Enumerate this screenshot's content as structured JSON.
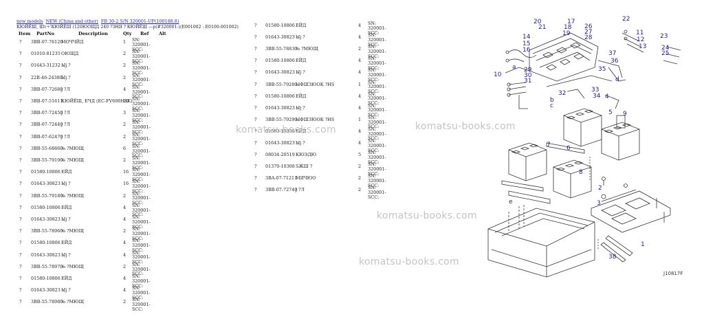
{
  "header": {
    "breadcrumb": [
      "new models",
      "NEW (China and other)",
      "FB 30-2 S/N 320001-UP(100188.8)"
    ],
    "subtitle": "КЮЙЁШ, Шт÷'КЮЙЁШ (120ЮОЩД 240 ?ЗНЯ ? КЮЙЁШ ---р(#320001-)(E001002 : E0100-001002)",
    "columns": [
      "Item",
      "PartNo",
      "Description",
      "Qty",
      "Ref",
      "Alt"
    ]
  },
  "table_left": [
    {
      "item": "?",
      "partno": "3BB-07-76120",
      "desc": "МОЧЧЙД",
      "qty": "1",
      "sn": "SN: 320001-SCC:"
    },
    {
      "item": "?",
      "partno": "01010-81235",
      "desc": "ОЮЩД",
      "qty": "2",
      "sn": "SN: 320001-SCC:"
    },
    {
      "item": "?",
      "partno": "01643-31232",
      "desc": "Ыj ?",
      "qty": "2",
      "sn": "SN: 320001-SCC:"
    },
    {
      "item": "?",
      "partno": "22B-46-24380",
      "desc": "Ыj ?",
      "qty": "2",
      "sn": "SN: 320001-SCC:"
    },
    {
      "item": "?",
      "partno": "3BB-07-72680",
      "desc": "j ?Л",
      "qty": "4",
      "sn": "SN: 320001-SCC:"
    },
    {
      "item": "?",
      "partno": "3BB-07-51611",
      "desc": "КЮЙЁШ, ЕЧД (EC-FV600HSK)",
      "qty": "20",
      "sn": "SN: 320001-SCC:"
    },
    {
      "item": "?",
      "partno": "3BB-07-72450",
      "desc": "j ?Л",
      "qty": "3",
      "sn": "SN: 320001-SCC:"
    },
    {
      "item": "?",
      "partno": "3BB-07-72440",
      "desc": "j ?Л",
      "qty": "2",
      "sn": "SN: 320001-SCC:"
    },
    {
      "item": "?",
      "partno": "3BB-07-62470",
      "desc": "j ?Л",
      "qty": "2",
      "sn": "SN: 320001-SCC:"
    },
    {
      "item": "?",
      "partno": "3BB-55-68860",
      "desc": "№ ?МЮЩ",
      "qty": "6",
      "sn": "SN: 320001-SCC:"
    },
    {
      "item": "?",
      "partno": "3BB-55-79190",
      "desc": "№ ?МЮЩ",
      "qty": "2",
      "sn": "SN: 320001-SCC:"
    },
    {
      "item": "?",
      "partno": "01580-10806",
      "desc": "ЕЙД",
      "qty": "16",
      "sn": "SN: 320001-SCC:"
    },
    {
      "item": "?",
      "partno": "01643-30823",
      "desc": "Ыj ?",
      "qty": "16",
      "sn": "SN: 320001-SCC:"
    },
    {
      "item": "?",
      "partno": "3BB-55-79180",
      "desc": "№ ?МЮЩ",
      "qty": "2",
      "sn": "SN: 320001-SCC:"
    },
    {
      "item": "?",
      "partno": "01580-10806",
      "desc": "ЕЙД",
      "qty": "4",
      "sn": "SN: 320001-SCC:"
    },
    {
      "item": "?",
      "partno": "01643-30823",
      "desc": "Ыj ?",
      "qty": "4",
      "sn": "SN: 320001-SCC:"
    },
    {
      "item": "?",
      "partno": "3BB-55-78960",
      "desc": "№ ?МЮЩ",
      "qty": "2",
      "sn": "SN: 320001-SCC:"
    },
    {
      "item": "?",
      "partno": "01580-10806",
      "desc": "ЕЙД",
      "qty": "4",
      "sn": "SN: 320001-SCC:"
    },
    {
      "item": "?",
      "partno": "01643-30823",
      "desc": "Ыj ?",
      "qty": "4",
      "sn": "SN: 320001-SCC:"
    },
    {
      "item": "?",
      "partno": "3BB-55-78970",
      "desc": "№ ?МЮЩ",
      "qty": "2",
      "sn": "SN: 320001-SCC:"
    },
    {
      "item": "?",
      "partno": "01580-10806",
      "desc": "ЕЙД",
      "qty": "4",
      "sn": "SN: 320001-SCC:"
    },
    {
      "item": "?",
      "partno": "01643-30823",
      "desc": "Ыj ?",
      "qty": "4",
      "sn": "SN: 320001-SCC:"
    },
    {
      "item": "?",
      "partno": "3BB-55-78980",
      "desc": "№ ?МЮЩ",
      "qty": "2",
      "sn": "SN: 320001-SCC:"
    }
  ],
  "table_right": [
    {
      "item": "?",
      "partno": "01580-10806",
      "desc": "ЕЙД",
      "qty": "4",
      "sn": "SN: 320001-SCC:"
    },
    {
      "item": "?",
      "partno": "01643-30823",
      "desc": "Ыj ?",
      "qty": "4",
      "sn": "SN: 320001-SCC:"
    },
    {
      "item": "?",
      "partno": "3BB-55-78830",
      "desc": "№ ?МЮЩ",
      "qty": "2",
      "sn": "SN: 320001-SCC:"
    },
    {
      "item": "?",
      "partno": "01580-10806",
      "desc": "ЕЙД",
      "qty": "4",
      "sn": "SN: 320001-SCC:"
    },
    {
      "item": "?",
      "partno": "01643-30823",
      "desc": "Ыj ?",
      "qty": "4",
      "sn": "SN: 320001-SCC:"
    },
    {
      "item": "?",
      "partno": "3BB-55-79280",
      "desc": "ЫФШЗЮОК ?НS",
      "qty": "1",
      "sn": "SN: 320001-SCC:"
    },
    {
      "item": "?",
      "partno": "01580-10806",
      "desc": "ЕЙД",
      "qty": "4",
      "sn": "SN: 320001-SCC:"
    },
    {
      "item": "?",
      "partno": "01643-30823",
      "desc": "Ыj ?",
      "qty": "4",
      "sn": "SN: 320001-SCC:"
    },
    {
      "item": "?",
      "partno": "3BB-55-79290",
      "desc": "ЫФШЗЮОК ?НS",
      "qty": "1",
      "sn": "SN: 320001-SCC:"
    },
    {
      "item": "?",
      "partno": "01580-10806",
      "desc": "ЕЙД",
      "qty": "4",
      "sn": "SN: 320001-SCC:"
    },
    {
      "item": "?",
      "partno": "01643-30823",
      "desc": "Ыj ?",
      "qty": "4",
      "sn": "SN: 320001-SCC:"
    },
    {
      "item": "?",
      "partno": "08034-20519",
      "desc": "КЮЭДЮ",
      "qty": "5",
      "sn": "SN: 320001-SCC:"
    },
    {
      "item": "?",
      "partno": "01370-10308",
      "desc": "SЖШ ?",
      "qty": "2",
      "sn": "SN: 320001-SCC:"
    },
    {
      "item": "?",
      "partno": "3BA-07-71211",
      "desc": "МЯЧЮО",
      "qty": "2",
      "sn": "SN: 320001-SCC:"
    },
    {
      "item": "?",
      "partno": "3BB-07-72740",
      "desc": "j ?Л",
      "qty": "2",
      "sn": "SN: 320001-SCC:"
    }
  ],
  "watermark": "komatsu-books.com",
  "diagram": {
    "figure_code": "J10817F",
    "callouts": [
      "20",
      "17",
      "26",
      "21",
      "27",
      "18",
      "28",
      "19",
      "29",
      "30",
      "31",
      "11",
      "12",
      "13",
      "14",
      "15",
      "16",
      "10",
      "4",
      "5",
      "6",
      "7",
      "8",
      "9",
      "32",
      "33",
      "34",
      "35",
      "36",
      "37",
      "38",
      "22",
      "23",
      "24",
      "25",
      "1",
      "2",
      "3"
    ],
    "letters": [
      "a",
      "b",
      "c",
      "d",
      "e"
    ]
  },
  "colors": {
    "link": "#1a1aee",
    "callout": "#1c1c96",
    "watermark": "#c4c4c4"
  }
}
